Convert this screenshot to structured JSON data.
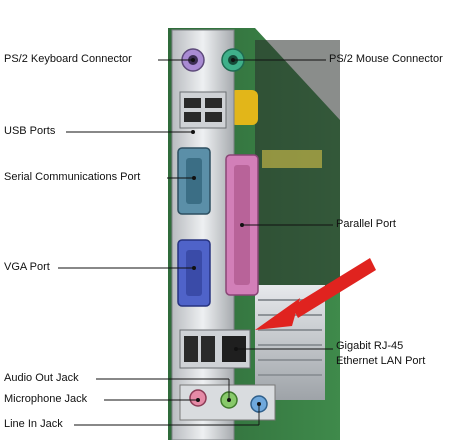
{
  "labels": {
    "ps2_keyboard": "PS/2 Keyboard Connector",
    "ps2_mouse": "PS/2 Mouse Connector",
    "usb_ports": "USB Ports",
    "serial_port": "Serial Communications Port",
    "parallel_port": "Parallel Port",
    "vga_port": "VGA Port",
    "gigabit_line1": "Gigabit RJ-45",
    "gigabit_line2": "Ethernet LAN Port",
    "audio_out": "Audio Out Jack",
    "microphone": "Microphone Jack",
    "line_in": "Line In Jack"
  },
  "colors": {
    "ps2_keyboard": "#a98bd3",
    "ps2_mouse": "#3fb08a",
    "serial": "#5b8fa8",
    "parallel": "#d27fb8",
    "vga": "#4f63c9",
    "arrow": "#e0231f",
    "audio_out": "#88c96a",
    "microphone": "#e58aa6",
    "line_in": "#6fa8dc"
  }
}
